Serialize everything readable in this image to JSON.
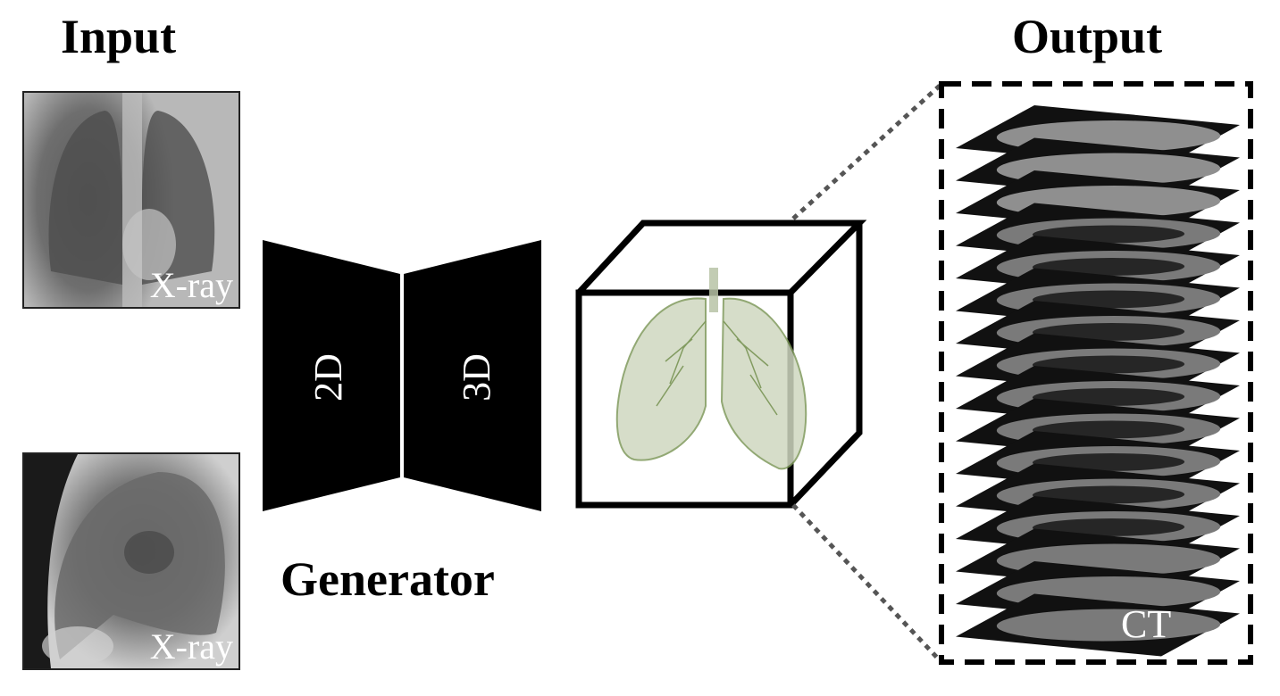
{
  "headings": {
    "input": "Input",
    "output": "Output",
    "generator": "Generator"
  },
  "inputs": [
    {
      "label": "X-ray",
      "view": "frontal"
    },
    {
      "label": "X-ray",
      "view": "lateral"
    }
  ],
  "generator": {
    "encoder_label": "2D",
    "decoder_label": "3D"
  },
  "output": {
    "label": "CT",
    "slice_count": 16
  },
  "colors": {
    "block": "#000000",
    "lung_tint": "#7f9a5c",
    "dotted_connector": "#555555"
  }
}
